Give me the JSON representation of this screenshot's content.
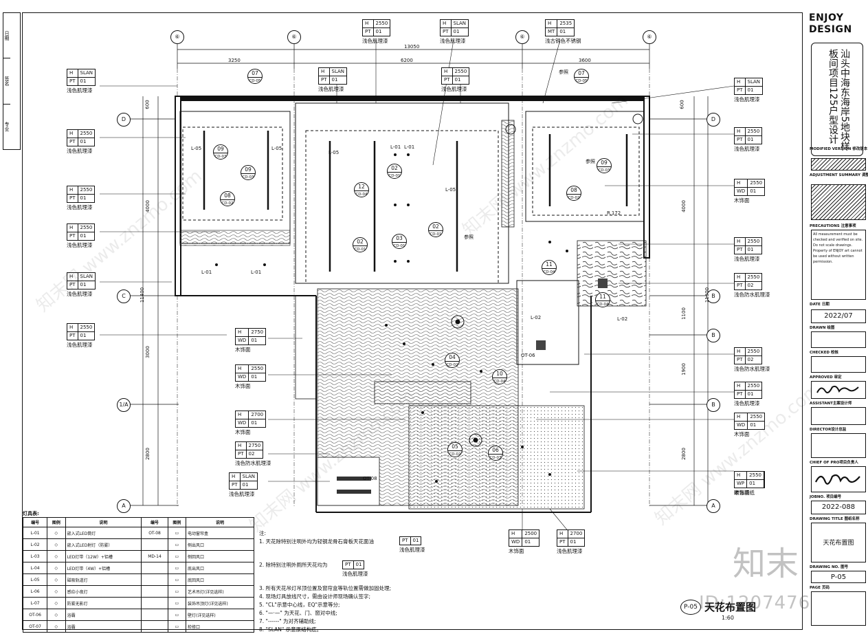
{
  "sidebar_left": [
    "日期",
    "签名",
    "专业"
  ],
  "title_block": {
    "logo_line1": "ENJOY",
    "logo_line2": "DESIGN",
    "project_title": "汕头中海东海岸5地块样板间项目125户型设计",
    "modified_label": "MODIFIED VERSION 修改版本",
    "adjustment_label": "ADJUSTMENT SUMMARY 调整摘要",
    "precautions_label": "PRECAUTIONS 注意事项",
    "precautions_text": "All measurement must be checked and verified on site. Do not scale drawings. Property of ENJOY art cannot be used without written permission.",
    "date_label": "DATE 日期",
    "date_value": "2022/07",
    "drawn_label": "DRAWN 绘图",
    "checked_label": "CHECKED 校核",
    "approved_label": "APPROVED 审定",
    "assistant_label": "ASSISTANT主案设计师",
    "director_label": "DIRECTOR设计总监",
    "chief_label": "CHIEF OF PRO项目负责人",
    "jobno_label": "JOBNO. 项目编号",
    "jobno_value": "2022-088",
    "drawing_title_label": "DRAWING TITLE 图纸名称",
    "drawing_title_value": "天花布置图",
    "drawing_no_label": "DRAWING NO. 图号",
    "drawing_no_value": "P-05",
    "page_label": "PAGE 页码"
  },
  "grid": {
    "top": [
      "⑥",
      "⑥",
      "⑥",
      "⑥"
    ],
    "left": [
      "D",
      "C",
      "1/A",
      "A"
    ],
    "right": [
      "D",
      "B",
      "B",
      "B",
      "A"
    ]
  },
  "dimensions": {
    "overall_top": "13050",
    "top_segments": [
      "3250",
      "6200",
      "3600"
    ],
    "left_total": "11400",
    "left_segments": [
      "600",
      "4000",
      "3000",
      "2800"
    ],
    "right_total": "11300",
    "right_segments": [
      "600",
      "4000",
      "1100",
      "1900",
      "2800"
    ]
  },
  "tags": [
    {
      "h": "H",
      "code": "2550",
      "mat": "PT",
      "num": "01",
      "cap": "浅色肌理漆"
    },
    {
      "h": "H",
      "code": "SLAN",
      "mat": "PT",
      "num": "01",
      "cap": "浅色肌理漆"
    },
    {
      "h": "H",
      "code": "2535",
      "mat": "MT",
      "num": "01",
      "cap": "浅古铜色不锈钢"
    },
    {
      "h": "H",
      "code": "SLAN",
      "mat": "PT",
      "num": "01",
      "cap": "浅色肌理漆"
    },
    {
      "h": "H",
      "code": "SLAN",
      "mat": "PT",
      "num": "01",
      "cap": "浅色肌理漆"
    },
    {
      "h": "H",
      "code": "2550",
      "mat": "PT",
      "num": "01",
      "cap": "浅色肌理漆"
    },
    {
      "h": "H",
      "code": "2550",
      "mat": "PT",
      "num": "01",
      "cap": "浅色肌理漆"
    },
    {
      "h": "H",
      "code": "SLAN",
      "mat": "PT",
      "num": "01",
      "cap": "浅色肌理漆"
    },
    {
      "h": "H",
      "code": "2550",
      "mat": "PT",
      "num": "01",
      "cap": "浅色肌理漆"
    },
    {
      "h": "H",
      "code": "2550",
      "mat": "PT",
      "num": "01",
      "cap": "浅色肌理漆"
    },
    {
      "h": "H",
      "code": "SLAN",
      "mat": "PT",
      "num": "01",
      "cap": "浅色肌理漆"
    },
    {
      "h": "H",
      "code": "2550",
      "mat": "PT",
      "num": "01",
      "cap": "浅色肌理漆"
    },
    {
      "h": "H",
      "code": "2550",
      "mat": "WD",
      "num": "01",
      "cap": "木饰面"
    },
    {
      "h": "H",
      "code": "2750",
      "mat": "WD",
      "num": "01",
      "cap": "木饰面"
    },
    {
      "h": "H",
      "code": "2550",
      "mat": "WD",
      "num": "01",
      "cap": "木饰面"
    },
    {
      "h": "H",
      "code": "2700",
      "mat": "WD",
      "num": "01",
      "cap": "木饰面"
    },
    {
      "h": "H",
      "code": "2750",
      "mat": "PT",
      "num": "02",
      "cap": "浅色防水肌理漆"
    },
    {
      "h": "H",
      "code": "SLAN",
      "mat": "PT",
      "num": "01",
      "cap": "浅色肌理漆"
    },
    {
      "h": "H",
      "code": "2550",
      "mat": "PT",
      "num": "01",
      "cap": "浅色肌理漆"
    },
    {
      "h": "H",
      "code": "2550",
      "mat": "PT",
      "num": "01",
      "cap": "浅色肌理漆"
    },
    {
      "h": "H",
      "code": "2550",
      "mat": "PT",
      "num": "01",
      "cap": "浅色肌理漆"
    },
    {
      "h": "H",
      "code": "2550",
      "mat": "PT",
      "num": "02",
      "cap": "浅色防水肌理漆"
    },
    {
      "h": "H",
      "code": "2550",
      "mat": "PT",
      "num": "02",
      "cap": "浅色防水肌理漆"
    },
    {
      "h": "H",
      "code": "2550",
      "mat": "WD",
      "num": "01",
      "cap": "木饰面"
    },
    {
      "h": "H",
      "code": "2550",
      "mat": "WD",
      "num": "01",
      "cap": "木饰面"
    },
    {
      "h": "H",
      "code": "2550",
      "mat": "WP",
      "num": "01",
      "cap": "硬包墙纸"
    },
    {
      "h": "H",
      "code": "2500",
      "mat": "WD",
      "num": "01",
      "cap": "木饰面"
    },
    {
      "h": "H",
      "code": "2700",
      "mat": "PT",
      "num": "01",
      "cap": "浅色肌理漆"
    }
  ],
  "callouts": [
    {
      "n": "07",
      "ref": "CD-05"
    },
    {
      "n": "07",
      "ref": "CD-05"
    },
    {
      "n": "09",
      "ref": "CD-03"
    },
    {
      "n": "09",
      "ref": "CD-03"
    },
    {
      "n": "08",
      "ref": "CD-02"
    },
    {
      "n": "02",
      "ref": "CD-01"
    },
    {
      "n": "12",
      "ref": "CD-04"
    },
    {
      "n": "02",
      "ref": "CD-01"
    },
    {
      "n": "03",
      "ref": "CD-01"
    },
    {
      "n": "02",
      "ref": "CD-01"
    },
    {
      "n": "09",
      "ref": "CD-03"
    },
    {
      "n": "08",
      "ref": "CD-02"
    },
    {
      "n": "11",
      "ref": "CD-04"
    },
    {
      "n": "11",
      "ref": "CD-04"
    },
    {
      "n": "04",
      "ref": "CD-02"
    },
    {
      "n": "10",
      "ref": "CD-04"
    },
    {
      "n": "05",
      "ref": "CD-02"
    },
    {
      "n": "06",
      "ref": "CD-03"
    }
  ],
  "legend": {
    "title": "灯具表:",
    "headers": [
      "编号",
      "图例",
      "说明",
      "编号",
      "图例",
      "说明"
    ],
    "left_rows": [
      {
        "code": "L-01",
        "desc": "嵌入式LED筒灯"
      },
      {
        "code": "L-02",
        "desc": "嵌入式LED射灯（防雾）"
      },
      {
        "code": "L-03",
        "desc": "LED灯带（12W）+铝槽"
      },
      {
        "code": "L-04",
        "desc": "LED灯带（4W）+铝槽"
      },
      {
        "code": "L-05",
        "desc": "磁吸轨道灯"
      },
      {
        "code": "L-06",
        "desc": "感应小夜灯"
      },
      {
        "code": "L-07",
        "desc": "防雾无影灯"
      },
      {
        "code": "OT-06",
        "desc": "浴霸"
      },
      {
        "code": "OT-07",
        "desc": "浴霸"
      }
    ],
    "right_rows": [
      {
        "code": "OT-08",
        "desc": "电动窗帘盒"
      },
      {
        "code": "",
        "desc": "侧出风口"
      },
      {
        "code": "MD-14",
        "desc": "侧回风口"
      },
      {
        "code": "",
        "desc": "底出风口"
      },
      {
        "code": "",
        "desc": "底回风口"
      },
      {
        "code": "",
        "desc": "艺术吊灯(详见选样)"
      },
      {
        "code": "",
        "desc": "装饰吊顶灯(详见选样)"
      },
      {
        "code": "",
        "desc": "壁灯(详见选样)"
      },
      {
        "code": "",
        "desc": "检修口"
      }
    ]
  },
  "notes": {
    "heading": "注:",
    "items": [
      "1. 天花除特别注明外均为轻钢龙骨石膏板天花面油",
      "2. 除特别注明外厕所天花均为",
      "3. 所有天花吊灯吊顶位置及窗帘盒等轨位置需做加固处理;",
      "4. 现场灯具放线尺寸，需由设计师现场确认签字;",
      "5. \"CL\"示意中心线，EQ\"示意等分;",
      "6. \"—·—\" 为天花、门、窗对中线;",
      "7. \"------\" 为对齐辅助线;",
      "8. \"SLAN\" 示意原结构底。"
    ],
    "inline_tag_1": {
      "mat": "PT",
      "num": "01",
      "cap": "浅色肌理漆"
    },
    "inline_tag_2": {
      "mat": "PT",
      "num": "01",
      "cap": "浅色肌理漆"
    }
  },
  "view": {
    "title": "天花布置图",
    "ref": "P-05",
    "scale": "1:60"
  },
  "brand_mark": "知末",
  "id_mark": "ID:1207476266",
  "watermark_text": "知末网 www.znzmo.com",
  "fixture_labels": [
    "L-01",
    "L-02",
    "L-05",
    "OT-06",
    "OT-08",
    "参照",
    "R.172"
  ],
  "colors": {
    "ink": "#111111",
    "paper": "#ffffff"
  }
}
